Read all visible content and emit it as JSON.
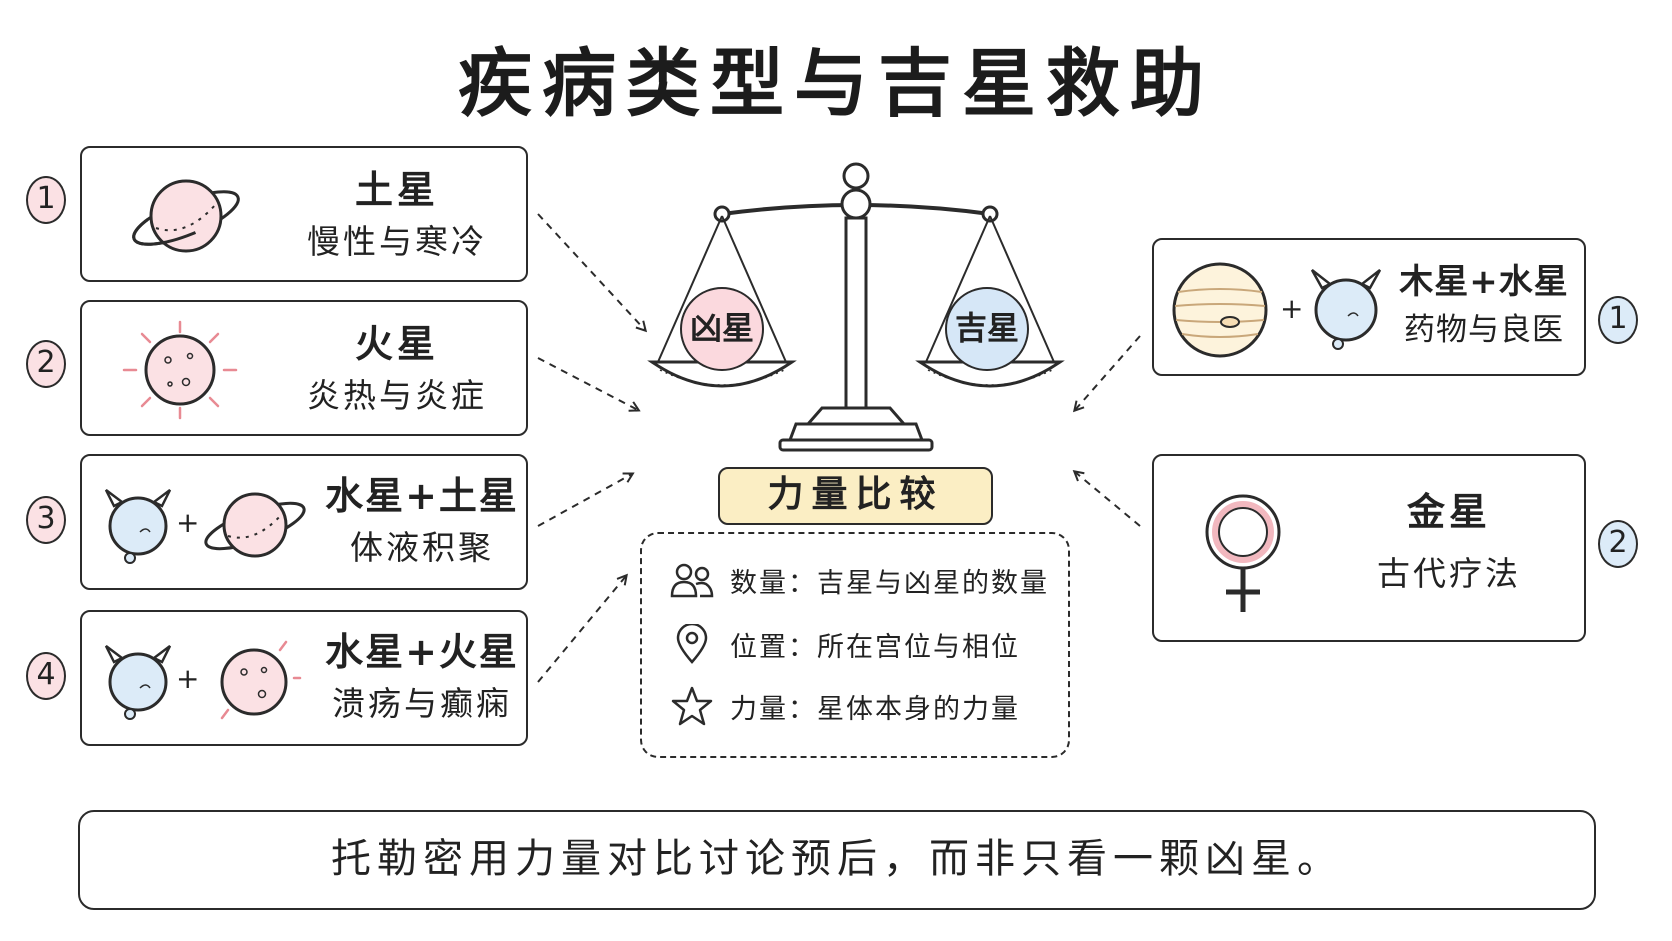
{
  "title": "疾病类型与吉星救助",
  "colors": {
    "malefic": "#fbd9de",
    "benefic": "#d6e7f7",
    "highlight": "#fbeec4",
    "outline": "#2b2b2b"
  },
  "left_cards": [
    {
      "number": "1",
      "title": "土星",
      "subtitle": "慢性与寒冷",
      "icons": [
        "saturn-icon"
      ]
    },
    {
      "number": "2",
      "title": "火星",
      "subtitle": "炎热与炎症",
      "icons": [
        "mars-icon"
      ]
    },
    {
      "number": "3",
      "title": "水星+土星",
      "subtitle": "体液积聚",
      "icons": [
        "mercury-icon",
        "plus-icon",
        "saturn-icon"
      ]
    },
    {
      "number": "4",
      "title": "水星+火星",
      "subtitle": "溃疡与癫痫",
      "icons": [
        "mercury-icon",
        "plus-icon",
        "mars-icon"
      ]
    }
  ],
  "right_cards": [
    {
      "number": "1",
      "title": "木星+水星",
      "subtitle": "药物与良医",
      "icons": [
        "jupiter-icon",
        "plus-icon",
        "mercury-icon"
      ]
    },
    {
      "number": "2",
      "title": "金星",
      "subtitle": "古代疗法",
      "icons": [
        "venus-symbol-icon"
      ]
    }
  ],
  "scale": {
    "left_pan": "凶星",
    "right_pan": "吉星",
    "label": "力量比较"
  },
  "factors": [
    {
      "icon": "people-icon",
      "text": "数量：吉星与凶星的数量"
    },
    {
      "icon": "location-pin-icon",
      "text": "位置：所在宫位与相位"
    },
    {
      "icon": "star-icon",
      "text": "力量：星体本身的力量"
    }
  ],
  "footer": "托勒密用力量对比讨论预后，而非只看一颗凶星。"
}
